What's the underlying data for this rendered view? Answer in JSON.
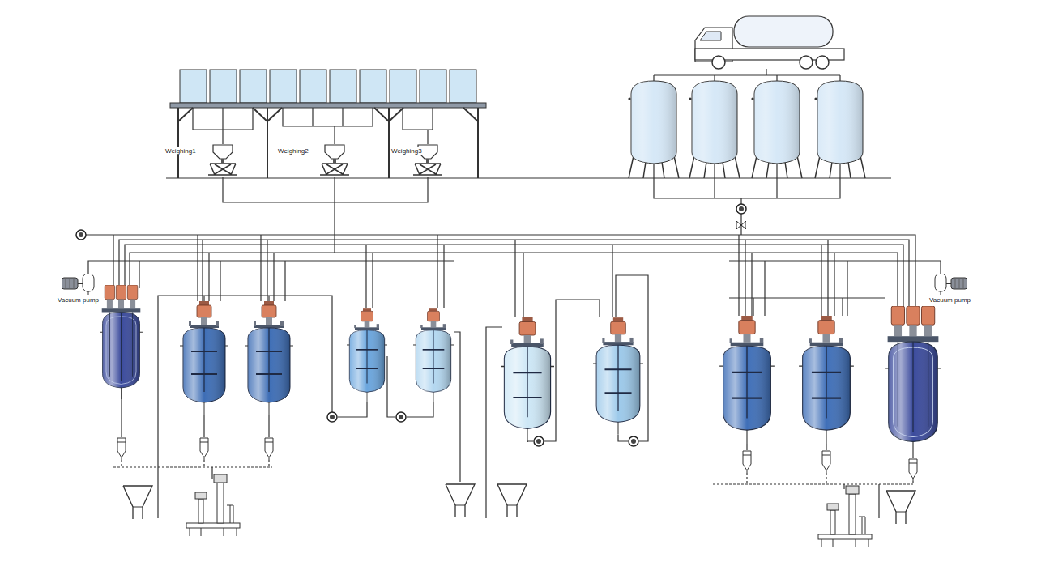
{
  "diagram": {
    "labels": [
      "Weighing1",
      "Weighing2",
      "Weighing3",
      "Vacuum pump",
      "Vacuum pump"
    ]
  }
}
